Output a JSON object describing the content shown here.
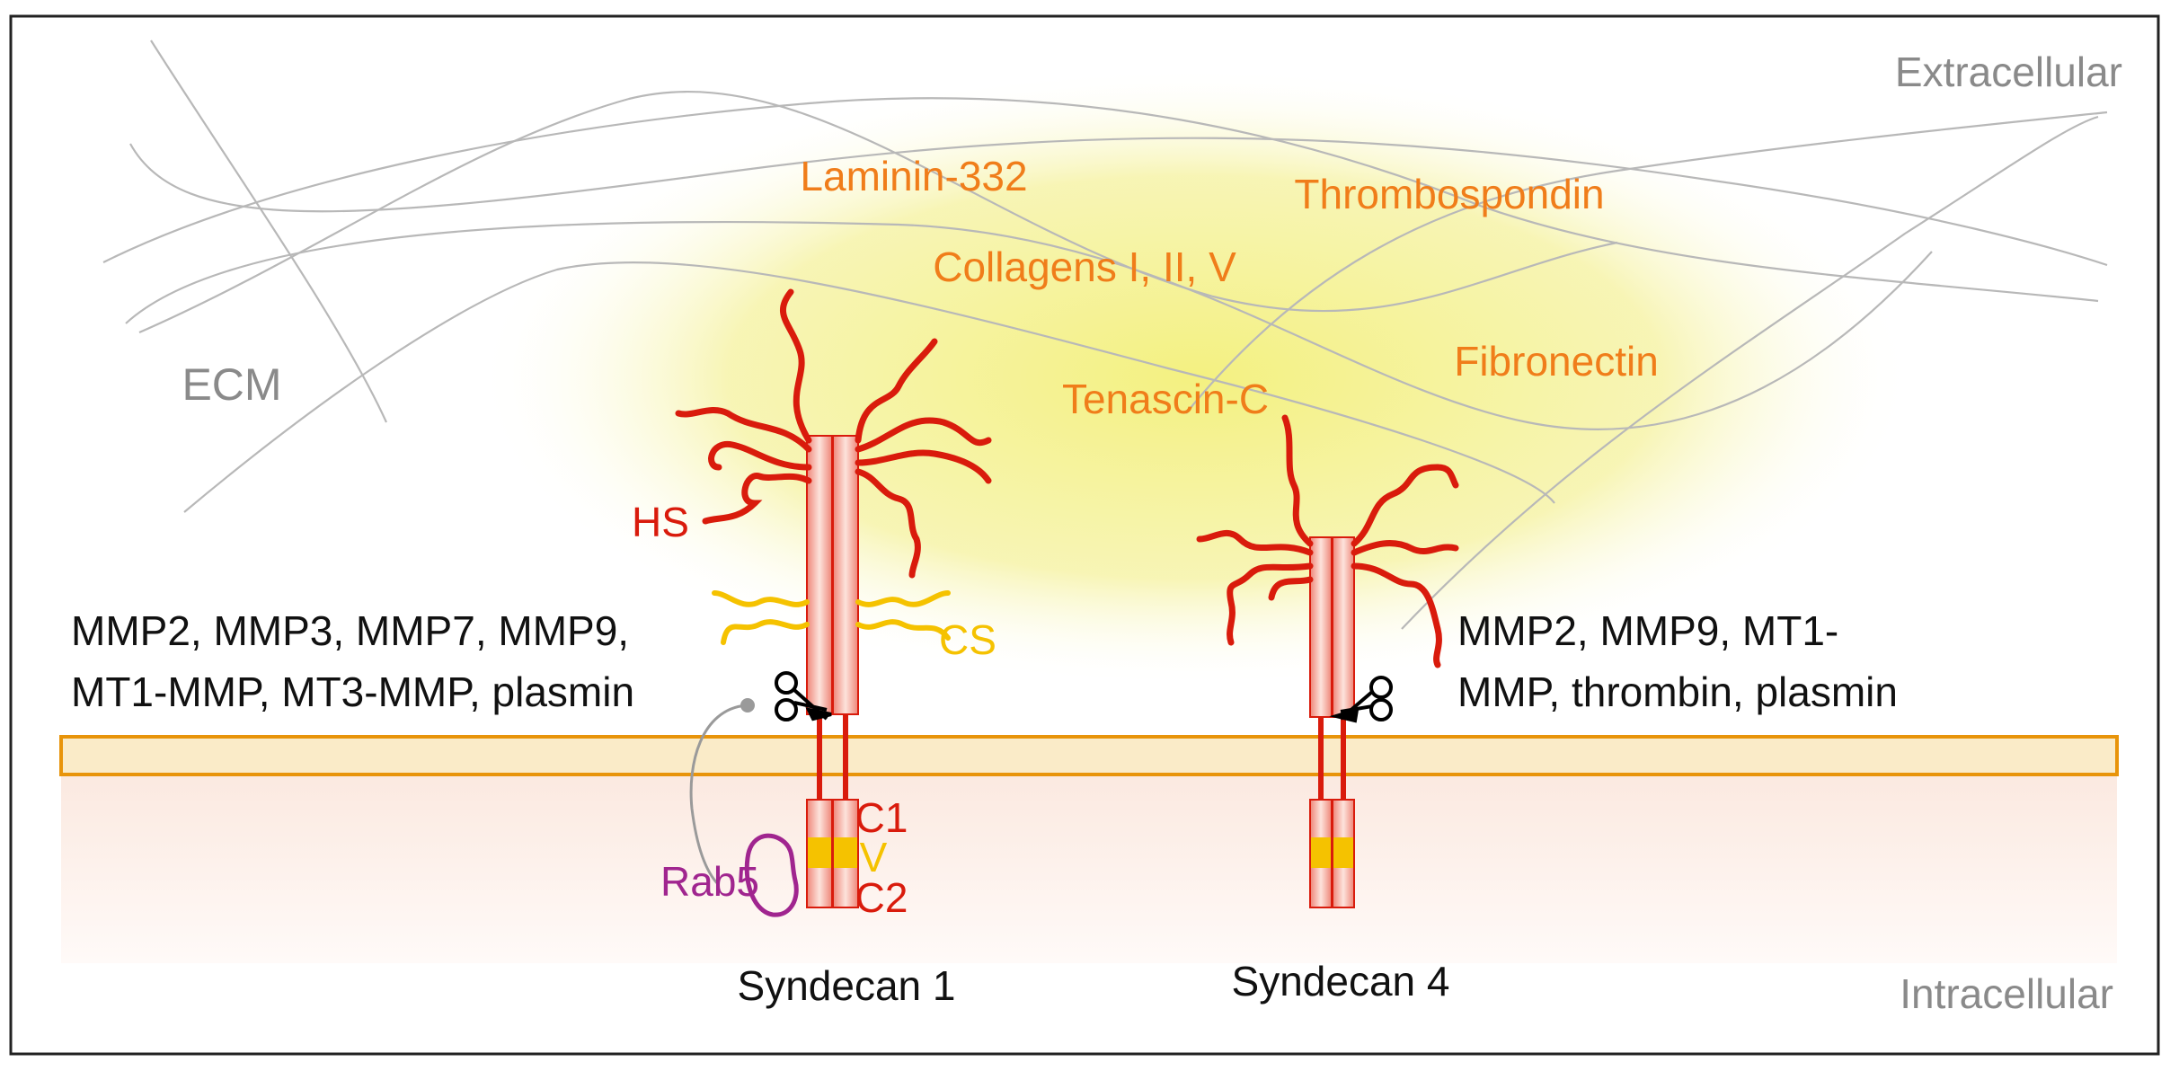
{
  "regions": {
    "extracellular": "Extracellular",
    "intracellular": "Intracellular",
    "ecm": "ECM"
  },
  "ecm_proteins": {
    "laminin": "Laminin-332",
    "thrombospondin": "Thrombospondin",
    "collagens": "Collagens I, II, V",
    "fibronectin": "Fibronectin",
    "tenascin": "Tenascin-C"
  },
  "chains": {
    "hs": "HS",
    "cs": "CS"
  },
  "syndecan1": {
    "name": "Syndecan 1",
    "proteases_line1": "MMP2, MMP3, MMP7, MMP9,",
    "proteases_line2": "MT1-MMP, MT3-MMP, plasmin",
    "domain_c1": "C1",
    "domain_v": "V",
    "domain_c2": "C2",
    "rab5": "Rab5"
  },
  "syndecan4": {
    "name": "Syndecan 4",
    "proteases_line1": "MMP2, MMP9, MT1-",
    "proteases_line2": "MMP, thrombin, plasmin"
  },
  "colors": {
    "orange_label": "#f07d1a",
    "red_chain": "#d91b0c",
    "yellow_cs": "#f5c200",
    "purple_rab5": "#a0258f",
    "gray_fiber": "#b5b5b5",
    "membrane_stroke": "#e8940a",
    "membrane_fill": "#faebc8"
  }
}
